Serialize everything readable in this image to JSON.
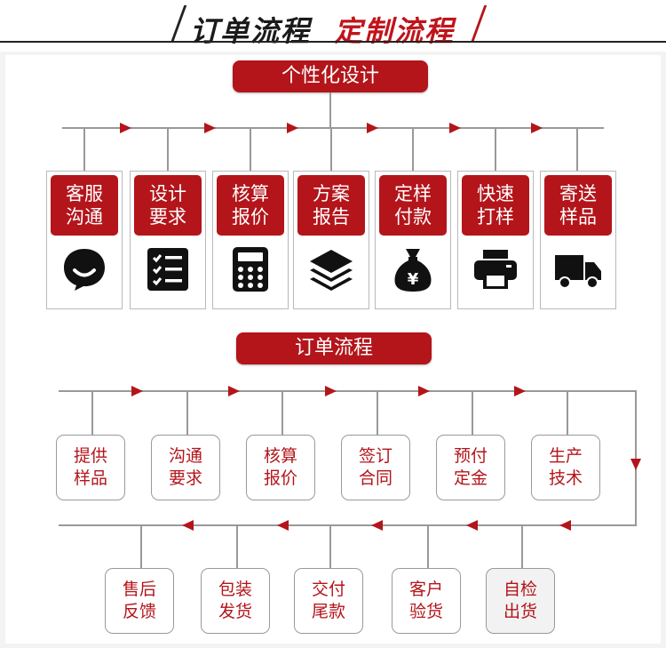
{
  "header": {
    "title_black": "订单流程",
    "title_red": "定制流程",
    "accent_color": "#b3151b"
  },
  "custom_flow": {
    "title": "个性化设计",
    "steps": [
      {
        "line1": "客服",
        "line2": "沟通",
        "icon": "chat-bubble-icon"
      },
      {
        "line1": "设计",
        "line2": "要求",
        "icon": "checklist-icon"
      },
      {
        "line1": "核算",
        "line2": "报价",
        "icon": "calculator-icon"
      },
      {
        "line1": "方案",
        "line2": "报告",
        "icon": "layers-icon"
      },
      {
        "line1": "定样",
        "line2": "付款",
        "icon": "money-bag-icon"
      },
      {
        "line1": "快速",
        "line2": "打样",
        "icon": "printer-icon"
      },
      {
        "line1": "寄送",
        "line2": "样品",
        "icon": "truck-icon"
      }
    ],
    "money_symbol": "¥"
  },
  "order_flow": {
    "title": "订单流程",
    "row1": [
      {
        "line1": "提供",
        "line2": "样品"
      },
      {
        "line1": "沟通",
        "line2": "要求"
      },
      {
        "line1": "核算",
        "line2": "报价"
      },
      {
        "line1": "签订",
        "line2": "合同"
      },
      {
        "line1": "预付",
        "line2": "定金"
      },
      {
        "line1": "生产",
        "line2": "技术"
      }
    ],
    "row2": [
      {
        "line1": "售后",
        "line2": "反馈"
      },
      {
        "line1": "包装",
        "line2": "发货"
      },
      {
        "line1": "交付",
        "line2": "尾款"
      },
      {
        "line1": "客户",
        "line2": "验货"
      },
      {
        "line1": "自检",
        "line2": "出货"
      }
    ]
  }
}
